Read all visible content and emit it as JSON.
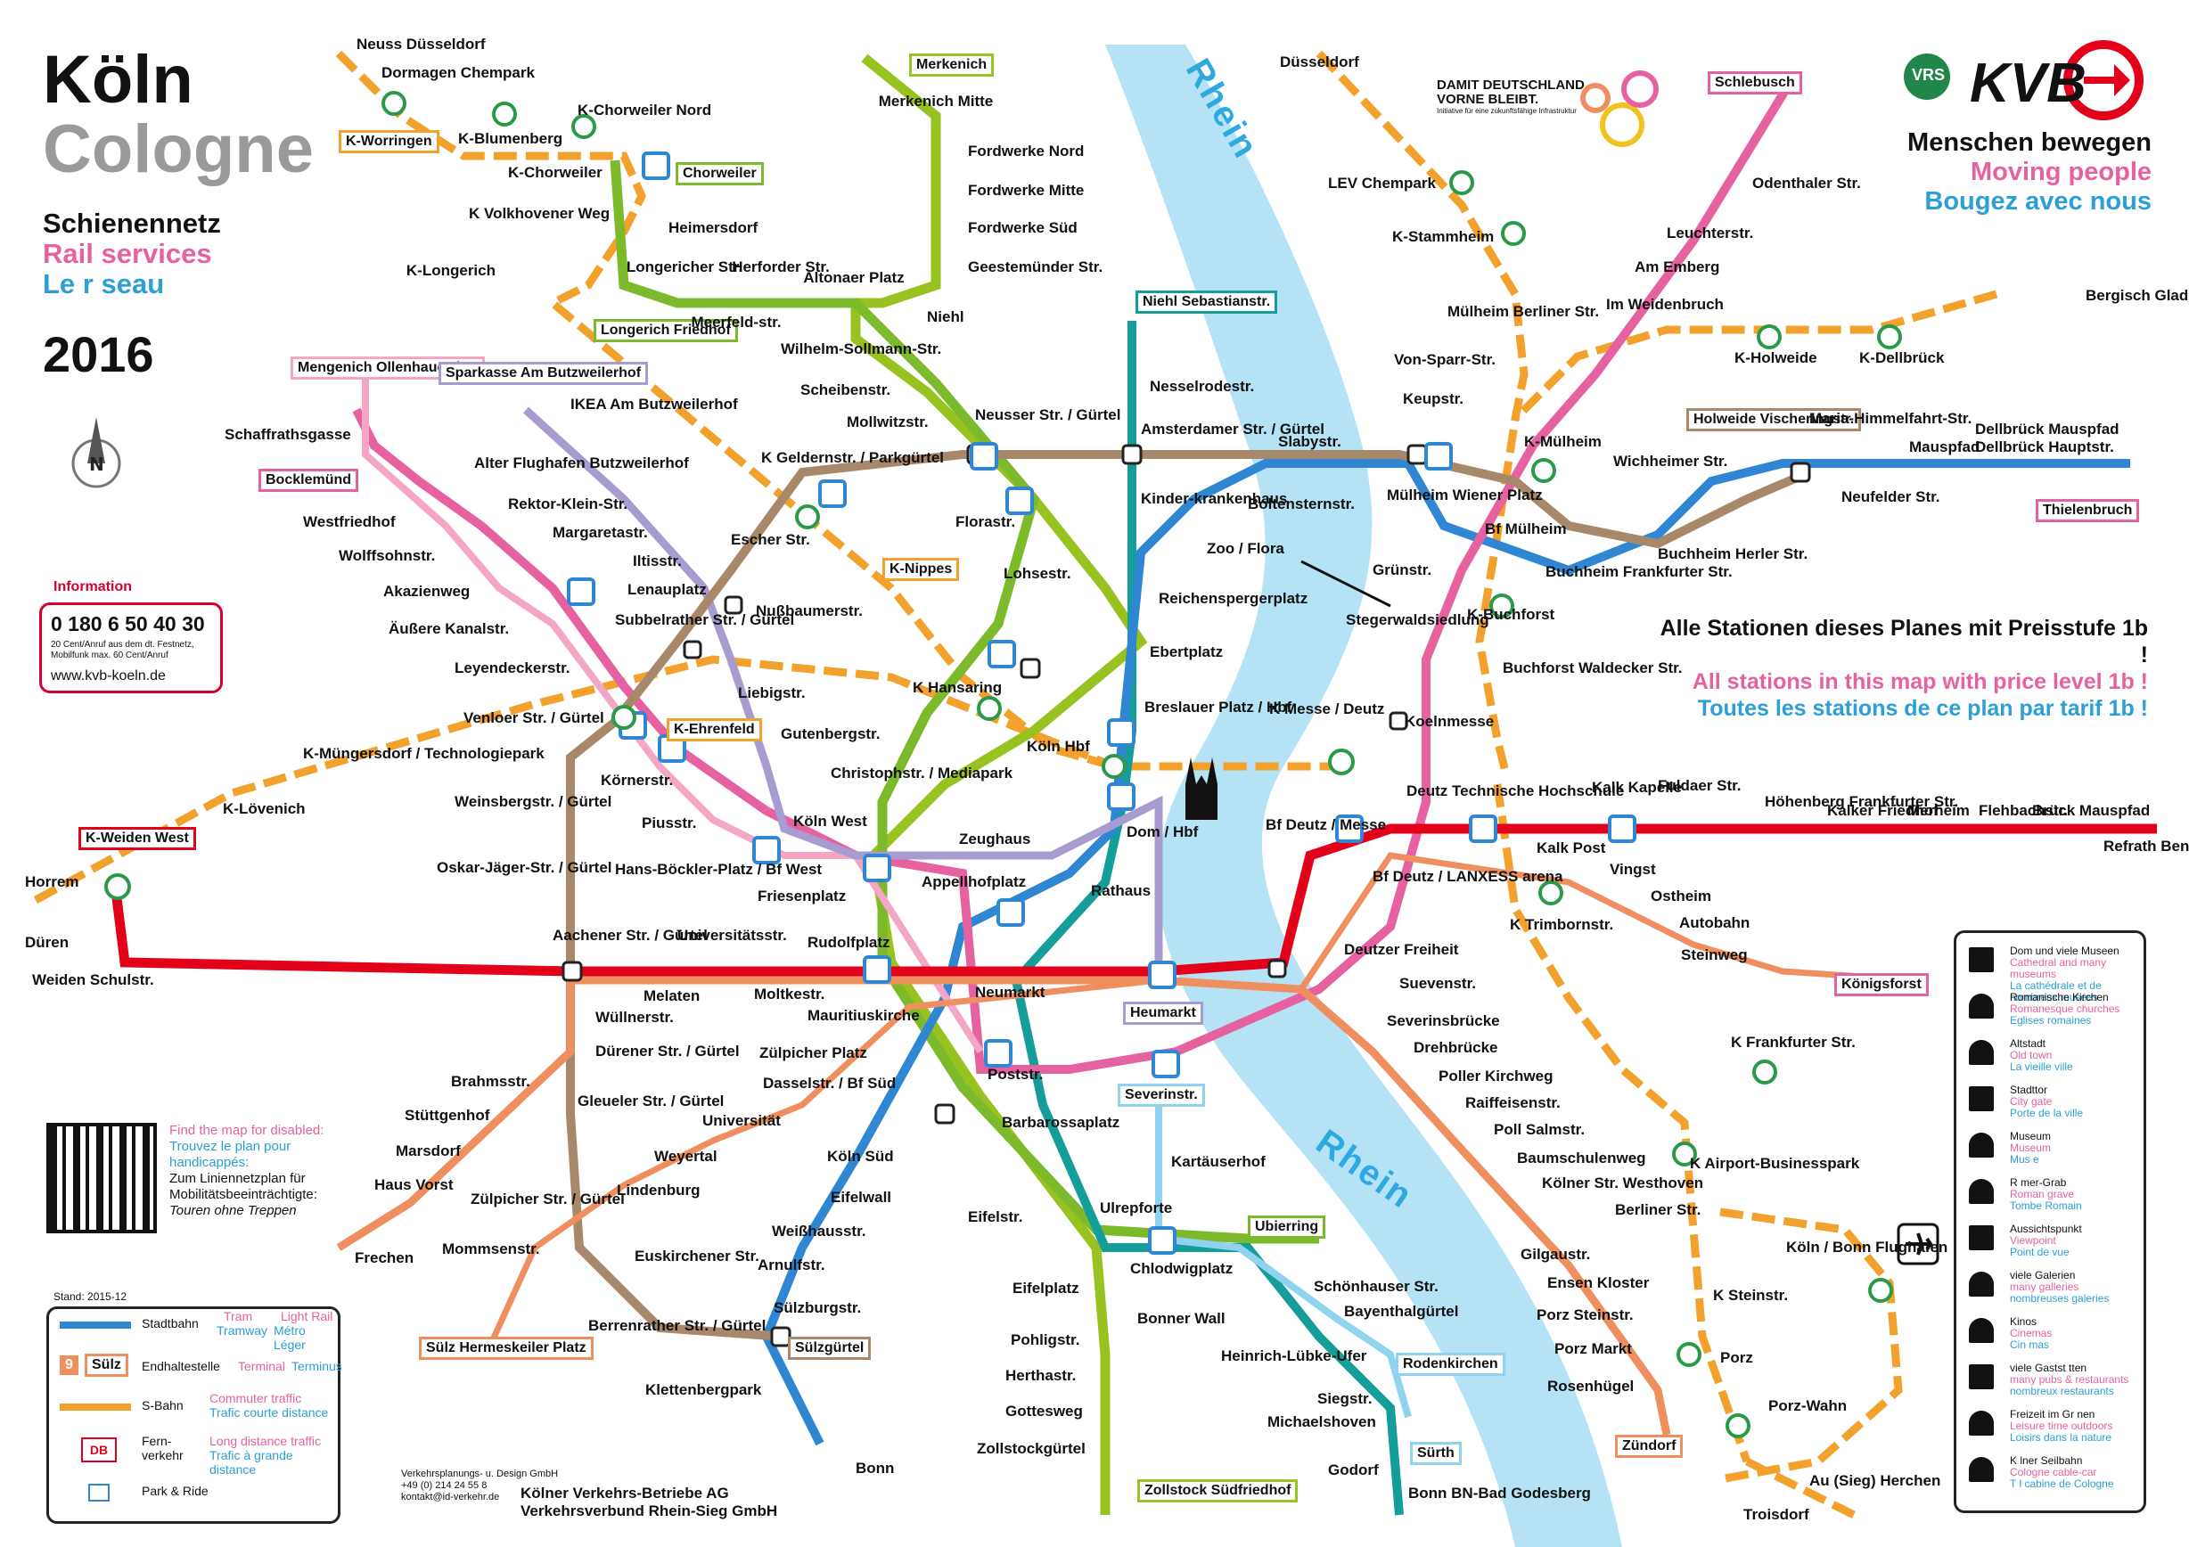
{
  "header": {
    "city_de": "Köln",
    "city_en": "Cologne",
    "sub_de": "Schienennetz",
    "sub_en": "Rail services",
    "sub_fr": "Le r seau",
    "year": "2016"
  },
  "brand": {
    "vrs": "VRS",
    "kvb": "KVB",
    "slogan_de": "Menschen bewegen",
    "slogan_en": "Moving people",
    "slogan_fr": "Bougez avec nous",
    "campaign": "DAMIT DEUTSCHLAND VORNE BLEIBT.",
    "campaign_sub": "Initiative für eine zukunftsfähige Infrastruktur"
  },
  "information": {
    "title": "Information",
    "phone": "0 180 6 50 40 30",
    "note": "20 Cent/Anruf aus dem dt. Festnetz, Mobilfunk max. 60 Cent/Anruf",
    "web": "www.kvb-koeln.de"
  },
  "price_note": {
    "de": "Alle Stationen dieses Planes mit Preisstufe 1b !",
    "en": "All stations in this map with price level 1b !",
    "fr": "Toutes les stations de ce plan par tarif 1b !"
  },
  "disabled": {
    "line1": "Find the map for disabled:",
    "line2": "Trouvez le plan pour",
    "line3": "handicappés:",
    "line4": "Zum Liniennetzplan für",
    "line5": "Mobilitätsbeeinträchtigte:",
    "line6": "Touren ohne Treppen"
  },
  "legend": {
    "stand": "Stand: 2015-12",
    "stadtbahn": "Stadtbahn",
    "tram": "Tram",
    "tramway": "Tramway",
    "lightrail": "Light Rail",
    "metro": "Métro Léger",
    "end_de": "Endhaltestelle",
    "end_en": "Terminal",
    "end_fr": "Terminus",
    "end_num": "9",
    "end_name": "Sülz",
    "sbahn": "S-Bahn",
    "commuter_en": "Commuter traffic",
    "commuter_fr": "Trafic    courte distance",
    "fern1": "Fern-",
    "fern2": "verkehr",
    "long_en": "Long distance traffic",
    "long_fr": "Trafic à grande distance",
    "park": "Park & Ride",
    "db": "DB"
  },
  "poi_legend": [
    {
      "de": "Dom und viele Museen",
      "en": "Cathedral and many museums",
      "fr": "La cathédrale et de nombreux musées",
      "icon": "cathedral-icon"
    },
    {
      "de": "Romanische Kirchen",
      "en": "Romanesque churches",
      "fr": "Eglises romaines",
      "icon": "church-icon"
    },
    {
      "de": "Altstadt",
      "en": "Old town",
      "fr": "La vieille ville",
      "icon": "oldtown-icon"
    },
    {
      "de": "Stadttor",
      "en": "City gate",
      "fr": "Porte de la ville",
      "icon": "citygate-icon"
    },
    {
      "de": "Museum",
      "en": "Museum",
      "fr": "Mus e",
      "icon": "museum-icon"
    },
    {
      "de": "R mer-Grab",
      "en": "Roman grave",
      "fr": "Tombe Romain",
      "icon": "grave-icon"
    },
    {
      "de": "Aussichtspunkt",
      "en": "Viewpoint",
      "fr": "Point de vue",
      "icon": "viewpoint-icon"
    },
    {
      "de": "viele Galerien",
      "en": "many galleries",
      "fr": "nombreuses galeries",
      "icon": "gallery-icon"
    },
    {
      "de": "Kinos",
      "en": "Cinemas",
      "fr": "Cin mas",
      "icon": "cinema-icon"
    },
    {
      "de": "viele Gastst tten",
      "en": "many pubs & restaurants",
      "fr": "nombreux restaurants",
      "icon": "glass-icon"
    },
    {
      "de": "Freizeit im Gr nen",
      "en": "Leisure time outdoors",
      "fr": "Loisirs dans la nature",
      "icon": "tree-icon"
    },
    {
      "de": "K lner Seilbahn",
      "en": "Cologne cable-car",
      "fr": "T l cabine de Cologne",
      "icon": "cablecar-icon"
    }
  ],
  "rivers": {
    "top": "Rhein",
    "bottom": "Rhein"
  },
  "footer": {
    "company1": "Kölner Verkehrs-Betriebe AG",
    "company2": "Verkehrsverbund Rhein-Sieg GmbH",
    "planner": "Verkehrsplanungs- u. Design GmbH",
    "planner_tel": "+49 (0) 214 24 55 8",
    "planner_mail": "kontakt@id-verkehr.de"
  },
  "colors": {
    "line1": "#e2001a",
    "line3": "#f4a6c7",
    "line4": "#e6619f",
    "line5": "#a89bd0",
    "line7": "#ef8f60",
    "line9": "#ef8f60",
    "line12": "#98c21f",
    "line13": "#a8886a",
    "line15": "#7cb92b",
    "line16": "#159d9a",
    "line17": "#8fd3ef",
    "line18": "#2f87d4",
    "sbahn": "#f2a12d",
    "river": "#b6e2f6"
  },
  "stations": [
    [
      "Merkenich",
      ""
    ],
    [
      "Merkenich Mitte",
      ""
    ],
    [
      "Fordwerke Nord",
      ""
    ],
    [
      "Fordwerke Mitte",
      ""
    ],
    [
      "Fordwerke Süd",
      ""
    ],
    [
      "Geestemünder Str.",
      ""
    ],
    [
      "Niehl",
      ""
    ],
    [
      "Chorweiler",
      ""
    ],
    [
      "Heimersdorf",
      ""
    ],
    [
      "Longerich Friedhof",
      ""
    ],
    [
      "Longericher Str.",
      ""
    ],
    [
      "Herforder Str.",
      ""
    ],
    [
      "Altonaer Platz",
      ""
    ],
    [
      "Meerfeld-str.",
      ""
    ],
    [
      "Wilhelm-Sollmann-Str.",
      ""
    ],
    [
      "Scheibenstr.",
      ""
    ],
    [
      "Mollwitzstr.",
      ""
    ],
    [
      "Neusser Str. / Gürtel",
      ""
    ],
    [
      "Florastr.",
      ""
    ],
    [
      "Lohsestr.",
      ""
    ],
    [
      "Ebertplatz",
      ""
    ],
    [
      "Niehl Sebastianstr.",
      ""
    ],
    [
      "Nesselrodestr.",
      ""
    ],
    [
      "Amsterdamer Str. / Gürtel",
      ""
    ],
    [
      "Kinder-krankenhaus",
      ""
    ],
    [
      "Zoo / Flora",
      ""
    ],
    [
      "Reichenspergerplatz",
      ""
    ],
    [
      "Slabystr.",
      ""
    ],
    [
      "Boltensternstr.",
      ""
    ],
    [
      "Mülheim Wiener Platz",
      ""
    ],
    [
      "Bf Mülheim",
      ""
    ],
    [
      "K-Mülheim",
      ""
    ],
    [
      "Keupstr.",
      ""
    ],
    [
      "Von-Sparr-Str.",
      ""
    ],
    [
      "Mülheim Berliner Str.",
      ""
    ],
    [
      "Im Weidenbruch",
      ""
    ],
    [
      "Am Emberg",
      ""
    ],
    [
      "Leuchterstr.",
      ""
    ],
    [
      "Odenthaler Str.",
      ""
    ],
    [
      "Schlebusch",
      ""
    ],
    [
      "Wichheimer Str.",
      ""
    ],
    [
      "Holweide Vischeringstr.",
      ""
    ],
    [
      "Maria-Himmelfahrt-Str.",
      ""
    ],
    [
      "Neufelder Str.",
      ""
    ],
    [
      "Mauspfad",
      ""
    ],
    [
      "Dellbrück Mauspfad",
      ""
    ],
    [
      "Dellbrück Hauptstr.",
      ""
    ],
    [
      "Thielenbruch",
      ""
    ],
    [
      "Buchheim Herler Str.",
      ""
    ],
    [
      "Buchheim Frankfurter Str.",
      ""
    ],
    [
      "Grünstr.",
      ""
    ],
    [
      "K-Buchforst",
      ""
    ],
    [
      "Buchforst Waldecker Str.",
      ""
    ],
    [
      "Stegerwaldsiedlung",
      ""
    ],
    [
      "Koelnmesse",
      ""
    ],
    [
      "K-Worringen",
      ""
    ],
    [
      "Dormagen Chempark",
      ""
    ],
    [
      "K-Blumenberg",
      ""
    ],
    [
      "K-Chorweiler Nord",
      ""
    ],
    [
      "K-Chorweiler",
      ""
    ],
    [
      "K Volkhovener Weg",
      ""
    ],
    [
      "K-Longerich",
      ""
    ],
    [
      "Mengenich Ollenhauerring",
      ""
    ],
    [
      "Bocklemünd",
      ""
    ],
    [
      "Schaffrathsgasse",
      ""
    ],
    [
      "Westfriedhof",
      ""
    ],
    [
      "Wolffsohnstr.",
      ""
    ],
    [
      "Akazienweg",
      ""
    ],
    [
      "Äußere Kanalstr.",
      ""
    ],
    [
      "Leyendeckerstr.",
      ""
    ],
    [
      "Sparkasse Am Butzweilerhof",
      ""
    ],
    [
      "IKEA Am Butzweilerhof",
      ""
    ],
    [
      "Alter Flughafen Butzweilerhof",
      ""
    ],
    [
      "Rektor-Klein-Str.",
      ""
    ],
    [
      "Margaretastr.",
      ""
    ],
    [
      "Iltisstr.",
      ""
    ],
    [
      "Lenauplatz",
      ""
    ],
    [
      "Subbelrather Str. / Gürtel",
      ""
    ],
    [
      "Nußbaumerstr.",
      ""
    ],
    [
      "Escher Str.",
      ""
    ],
    [
      "K Geldernstr. / Parkgürtel",
      ""
    ],
    [
      "K-Nippes",
      ""
    ],
    [
      "K Hansaring",
      ""
    ],
    [
      "Venloer Str. / Gürtel",
      ""
    ],
    [
      "K-Ehrenfeld",
      ""
    ],
    [
      "Liebigstr.",
      ""
    ],
    [
      "Gutenbergstr.",
      ""
    ],
    [
      "Körnerstr.",
      ""
    ],
    [
      "Piusstr.",
      ""
    ],
    [
      "Köln West",
      ""
    ],
    [
      "Christophstr. / Mediapark",
      ""
    ],
    [
      "Köln Hbf",
      ""
    ],
    [
      "Breslauer Platz / Hbf",
      ""
    ],
    [
      "Dom / Hbf",
      ""
    ],
    [
      "Appellhofplatz",
      ""
    ],
    [
      "Zeughaus",
      ""
    ],
    [
      "Rathaus",
      ""
    ],
    [
      "K Messe / Deutz",
      ""
    ],
    [
      "Bf Deutz / Messe",
      ""
    ],
    [
      "Bf Deutz / LANXESS arena",
      ""
    ],
    [
      "Deutz Technische Hochschule",
      ""
    ],
    [
      "Kalk Kapelle",
      ""
    ],
    [
      "Fuldaer Str.",
      ""
    ],
    [
      "Kalk Post",
      ""
    ],
    [
      "Vingst",
      ""
    ],
    [
      "Ostheim",
      ""
    ],
    [
      "Autobahn",
      ""
    ],
    [
      "Steinweg",
      ""
    ],
    [
      "Königsforst",
      ""
    ],
    [
      "K Trimbornstr.",
      ""
    ],
    [
      "K-Weiden West",
      ""
    ],
    [
      "K-Lövenich",
      ""
    ],
    [
      "K-Müngersdorf / Technologiepark",
      ""
    ],
    [
      "Weiden Schulstr.",
      ""
    ],
    [
      "Aachener Str. / Gürtel",
      ""
    ],
    [
      "Melaten",
      ""
    ],
    [
      "Moltkestr.",
      ""
    ],
    [
      "Rudolfplatz",
      ""
    ],
    [
      "Neumarkt",
      ""
    ],
    [
      "Heumarkt",
      ""
    ],
    [
      "Deutzer Freiheit",
      ""
    ],
    [
      "Suevenstr.",
      ""
    ],
    [
      "Friesenplatz",
      ""
    ],
    [
      "Hans-Böckler-Platz / Bf West",
      ""
    ],
    [
      "Weinsbergstr. / Gürtel",
      ""
    ],
    [
      "Oskar-Jäger-Str. / Gürtel",
      ""
    ],
    [
      "Universitätsstr.",
      ""
    ],
    [
      "Mauritiuskirche",
      ""
    ],
    [
      "Poststr.",
      ""
    ],
    [
      "Severinstr.",
      ""
    ],
    [
      "Barbarossaplatz",
      ""
    ],
    [
      "Wüllnerstr.",
      ""
    ],
    [
      "Dürener Str. / Gürtel",
      ""
    ],
    [
      "Gleueler Str. / Gürtel",
      ""
    ],
    [
      "Zülpicher Platz",
      ""
    ],
    [
      "Dasselstr. / Bf Süd",
      ""
    ],
    [
      "Köln Süd",
      ""
    ],
    [
      "Universität",
      ""
    ],
    [
      "Weyertal",
      ""
    ],
    [
      "Brahmsstr.",
      ""
    ],
    [
      "Stüttgenhof",
      ""
    ],
    [
      "Marsdorf",
      ""
    ],
    [
      "Haus Vorst",
      ""
    ],
    [
      "Frechen",
      ""
    ],
    [
      "Zülpicher Str. / Gürtel",
      ""
    ],
    [
      "Lindenburg",
      ""
    ],
    [
      "Mommsenstr.",
      ""
    ],
    [
      "Sülz Hermeskeiler Platz",
      ""
    ],
    [
      "Euskirchener Str.",
      ""
    ],
    [
      "Berrenrather Str. / Gürtel",
      ""
    ],
    [
      "Sülzgürtel",
      ""
    ],
    [
      "Klettenbergpark",
      ""
    ],
    [
      "Sülzburgstr.",
      ""
    ],
    [
      "Arnulfstr.",
      ""
    ],
    [
      "Weißhausstr.",
      ""
    ],
    [
      "Eifelwall",
      ""
    ],
    [
      "Eifelstr.",
      ""
    ],
    [
      "Eifelplatz",
      ""
    ],
    [
      "Pohligstr.",
      ""
    ],
    [
      "Herthastr.",
      ""
    ],
    [
      "Gottesweg",
      ""
    ],
    [
      "Zollstockgürtel",
      ""
    ],
    [
      "Zollstock Südfriedhof",
      ""
    ],
    [
      "Ulrepforte",
      ""
    ],
    [
      "Kartäuserhof",
      ""
    ],
    [
      "Chlodwigplatz",
      ""
    ],
    [
      "Ubierring",
      ""
    ],
    [
      "Bonner Wall",
      ""
    ],
    [
      "Schönhauser Str.",
      ""
    ],
    [
      "Bayenthalgürtel",
      ""
    ],
    [
      "Heinrich-Lübke-Ufer",
      ""
    ],
    [
      "Rodenkirchen",
      ""
    ],
    [
      "Siegstr.",
      ""
    ],
    [
      "Michaelshoven",
      ""
    ],
    [
      "Sürth",
      ""
    ],
    [
      "Godorf",
      ""
    ],
    [
      "Severinsbrücke",
      ""
    ],
    [
      "Drehbrücke",
      ""
    ],
    [
      "Poller Kirchweg",
      ""
    ],
    [
      "Raiffeisenstr.",
      ""
    ],
    [
      "Poll Salmstr.",
      ""
    ],
    [
      "Baumschulenweg",
      ""
    ],
    [
      "Kölner Str. Westhoven",
      ""
    ],
    [
      "Berliner Str.",
      ""
    ],
    [
      "Gilgaustr.",
      ""
    ],
    [
      "Ensen Kloster",
      ""
    ],
    [
      "Porz Steinstr.",
      ""
    ],
    [
      "Porz Markt",
      ""
    ],
    [
      "Rosenhügel",
      ""
    ],
    [
      "Zündorf",
      ""
    ],
    [
      "K Frankfurter Str.",
      ""
    ],
    [
      "K Airport-Businesspark",
      ""
    ],
    [
      "Köln / Bonn Flughafen",
      ""
    ],
    [
      "K Steinstr.",
      ""
    ],
    [
      "Porz",
      ""
    ],
    [
      "Porz-Wahn",
      ""
    ],
    [
      "LEV Chempark",
      ""
    ],
    [
      "K-Stammheim",
      ""
    ],
    [
      "K-Holweide",
      ""
    ],
    [
      "K-Dellbrück",
      ""
    ],
    [
      "Höhenberg Frankfurter Str.",
      ""
    ],
    [
      "Kalker Friedhof",
      ""
    ],
    [
      "Merheim",
      ""
    ],
    [
      "Flehbachstr.",
      ""
    ],
    [
      "Brück Mauspfad",
      ""
    ],
    [
      "Refrath Bensberg",
      ""
    ],
    [
      "Neuss Düsseldorf",
      ""
    ],
    [
      "Düsseldorf",
      ""
    ],
    [
      "Bergisch Gladbach",
      ""
    ],
    [
      "Horrem",
      ""
    ],
    [
      "Düren",
      ""
    ],
    [
      "Bonn",
      ""
    ],
    [
      "Bonn BN-Bad Godesberg",
      ""
    ],
    [
      "Troisdorf",
      ""
    ],
    [
      "Au (Sieg) Herchen",
      ""
    ]
  ]
}
